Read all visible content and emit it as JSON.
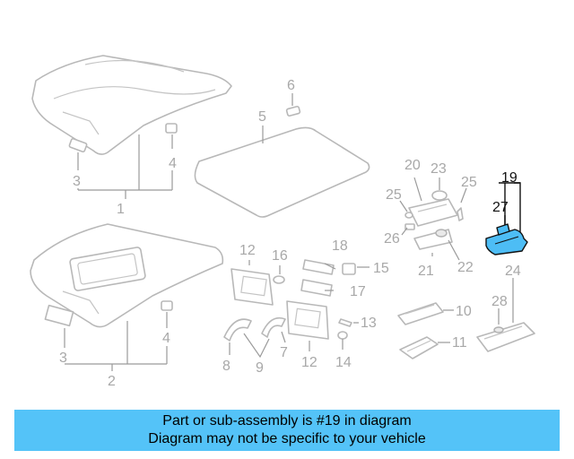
{
  "callouts": {
    "c1": "1",
    "c2": "2",
    "c3a": "3",
    "c3b": "3",
    "c4a": "4",
    "c4b": "4",
    "c5": "5",
    "c6": "6",
    "c7": "7",
    "c8": "8",
    "c9": "9",
    "c10": "10",
    "c11": "11",
    "c12a": "12",
    "c12b": "12",
    "c13": "13",
    "c14": "14",
    "c15": "15",
    "c16": "16",
    "c17": "17",
    "c18": "18",
    "c19": "19",
    "c20": "20",
    "c21": "21",
    "c22": "22",
    "c23": "23",
    "c24": "24",
    "c25a": "25",
    "c25b": "25",
    "c26": "26",
    "c27": "27",
    "c28": "28"
  },
  "highlighted_part": "19",
  "colors": {
    "highlight": "#4dbdf5",
    "banner": "#54c3f8",
    "line": "#b8b8b8"
  },
  "banner": {
    "line1": "Part or sub-assembly is #19 in diagram",
    "line2": "Diagram may not be specific to your vehicle"
  }
}
